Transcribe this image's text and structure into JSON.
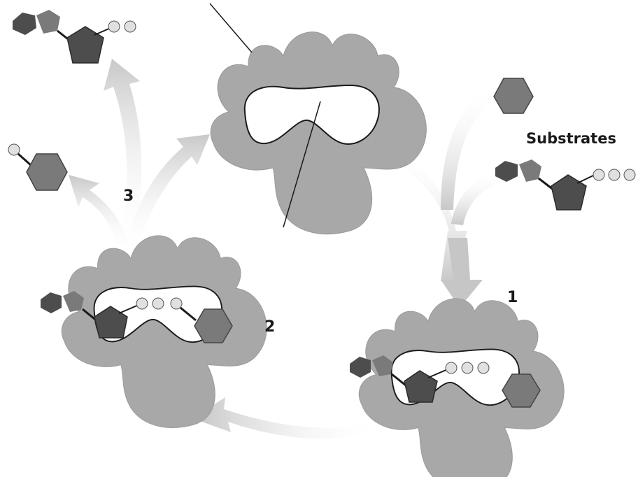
{
  "labels": {
    "substrates": "Substrates",
    "step1": "1",
    "step2": "2",
    "step3": "3"
  },
  "colors": {
    "enzyme": "#a8a8a8",
    "enzyme_edge": "#8a8a8a",
    "pocket": "#ffffff",
    "dark_pentagon": "#4d4d4d",
    "mid_hexagon": "#7a7a7a",
    "light_hexagon": "#9a9a9a",
    "phosphate": "#d9d9d9",
    "arrow": "#d4d4d4"
  },
  "icons": {
    "enzyme": "enzyme-blob-shape",
    "substrate_a": "hexagon-molecule",
    "substrate_b": "nucleotide-with-three-phosphates",
    "product_a": "hexagon-with-phosphate",
    "product_b": "nucleotide-with-two-phosphates"
  }
}
